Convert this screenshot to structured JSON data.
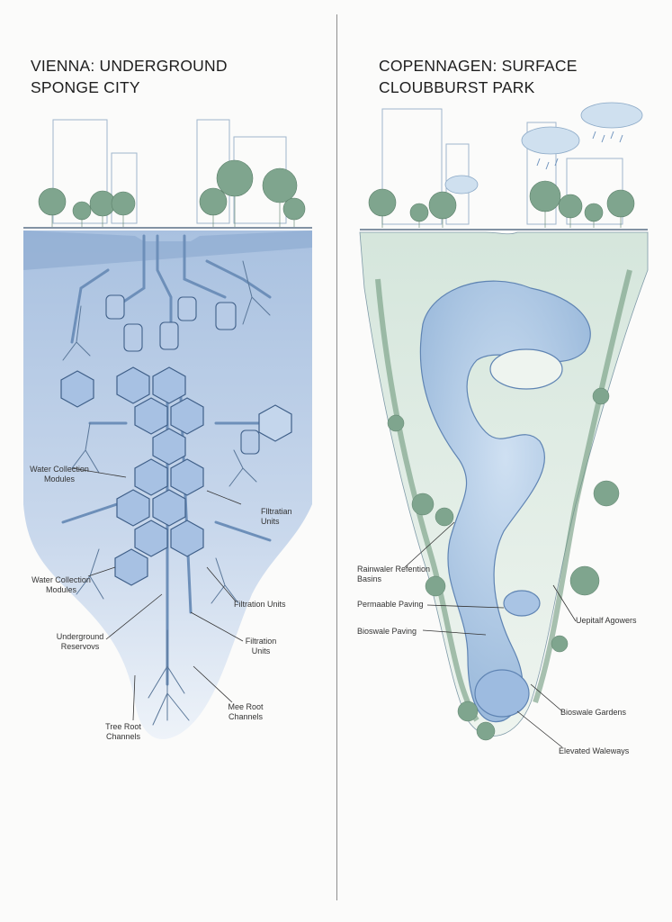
{
  "left": {
    "title_line1": "VIENNA: UNDERGROUND",
    "title_line2": "SPONGE CITY",
    "labels": {
      "water_collection_1": [
        "Water Collection",
        "Modules"
      ],
      "filtration_1": [
        "Flltratian",
        "Units"
      ],
      "water_collection_2": [
        "Water Collection",
        "Modules"
      ],
      "filtration_2": [
        "Filtration Units"
      ],
      "underground_reservoirs": [
        "Underground",
        "Reservovs"
      ],
      "filtration_3": [
        "Filtration",
        "Units"
      ],
      "tree_root_1": [
        "Mee Root",
        "Channels"
      ],
      "tree_root_2": [
        "Tree Root",
        "Channels"
      ]
    }
  },
  "right": {
    "title_line1": "COPENNAGEN: SURFACE",
    "title_line2": "CLOUBBURST PARK",
    "labels": {
      "rainwater_retention": [
        "Rainwaler Refention",
        "Basins"
      ],
      "permeable_paving": [
        "Permaable Paving"
      ],
      "bioswale_paving": [
        "Bioswale Paving"
      ],
      "upstream_agowers": [
        "Uepitalf Agowers"
      ],
      "bioswale_gardens": [
        "Bioswale Gardens"
      ],
      "elevated_walkways": [
        "Elevated Waleways"
      ]
    }
  },
  "colors": {
    "water_blue": "#8fb1d8",
    "deep_blue": "#5f84b3",
    "green": "#6f9a7d",
    "line": "#4a5d73"
  }
}
